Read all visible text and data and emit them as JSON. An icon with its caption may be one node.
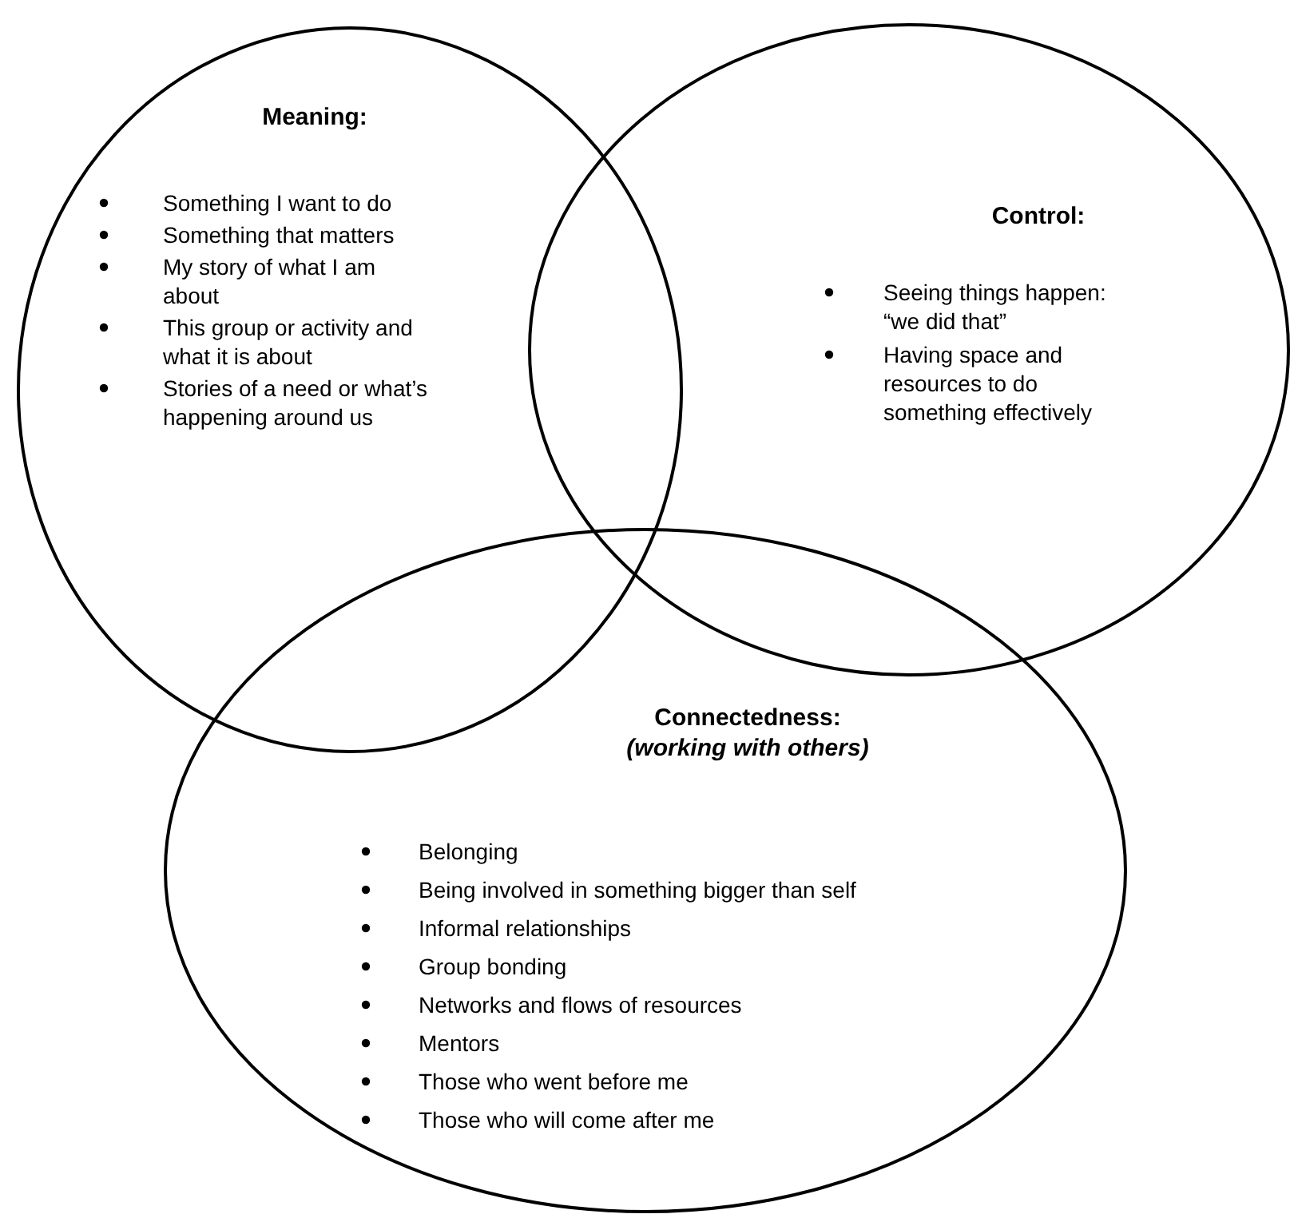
{
  "diagram": {
    "nodes": [
      {
        "text": [
          "Meaning:",
          "Something I want to do",
          "Something that matters",
          "My story of what I am about",
          "This group or activity and what it is about",
          "Stories of a need or what’s happening around us"
        ]
      },
      {
        "text": [
          "Control:",
          "Seeing things happen: “we did that”",
          "Having space and resources to do something effectively"
        ]
      },
      {
        "text": [
          "Connectedness:",
          "(working with others)",
          "Belonging",
          "Being involved in something bigger than self",
          "Informal relationships",
          "Group bonding",
          "Networks and flows of resources",
          "Mentors",
          "Those who went before me",
          "Those who will come after me"
        ]
      }
    ]
  }
}
